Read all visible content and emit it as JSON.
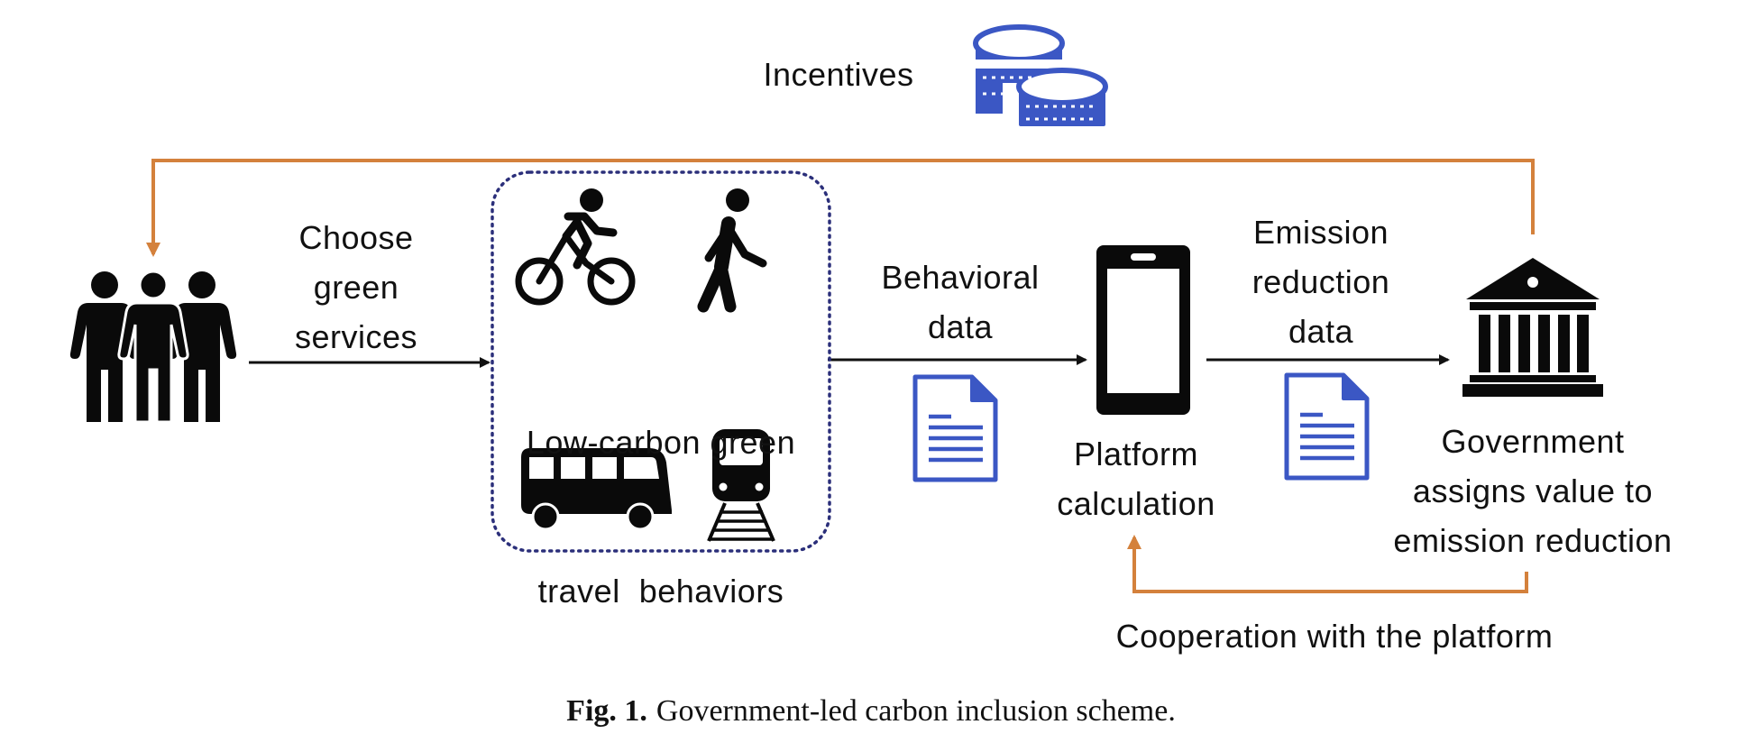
{
  "labels": {
    "incentives": "Incentives",
    "choose": [
      "Choose",
      "green",
      "services"
    ],
    "low_carbon": [
      "Low-carbon green",
      "travel  behaviors"
    ],
    "behavioral": [
      "Behavioral",
      "data"
    ],
    "platform": [
      "Platform",
      "calculation"
    ],
    "emission": [
      "Emission",
      "reduction",
      "data"
    ],
    "government": [
      "Government",
      "assigns value to",
      "emission reduction"
    ],
    "cooperation": "Cooperation with the platform"
  },
  "caption": {
    "number": "Fig. 1.",
    "text": "Government-led carbon inclusion scheme."
  },
  "colors": {
    "feedback_arrow": "#D4813C",
    "flow_arrow": "#111111",
    "icon_blue": "#3B57C4",
    "icon_black": "#0a0a0a",
    "dotted_box": "#2B2F7A"
  },
  "icons": [
    "people-icon",
    "bicycle-icon",
    "walking-person-icon",
    "bus-icon",
    "train-icon",
    "document-icon",
    "smartphone-icon",
    "government-building-icon",
    "coins-icon"
  ]
}
